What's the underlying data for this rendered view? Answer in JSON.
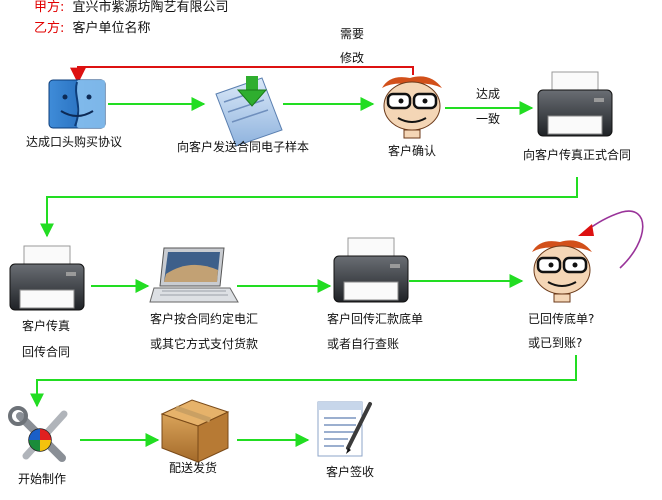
{
  "header": {
    "party_a_key": "甲方:",
    "party_a_value": "宜兴市紫源坊陶艺有限公司",
    "party_b_key": "乙方:",
    "party_b_value": "客户单位名称"
  },
  "steps": {
    "verbal": "达成口头购买协议",
    "sample": "向客户发送合同电子样本",
    "confirm": "客户确认",
    "fax_contract": "向客户传真正式合同",
    "fax_back_1": "客户传真",
    "fax_back_2": "回传合同",
    "pay_1": "客户按合同约定电汇",
    "pay_2": "或其它方式支付货款",
    "receipt_1": "客户回传汇款底单",
    "receipt_2": "或者自行查账",
    "check_1": "已回传底单?",
    "check_2": "或已到账?",
    "produce": "开始制作",
    "ship": "配送发货",
    "receive": "客户签收"
  },
  "edge_labels": {
    "revise_1": "需要",
    "revise_2": "修改",
    "agree_1": "达成",
    "agree_2": "一致"
  },
  "colors": {
    "flow_arrow": "#22dd22",
    "loop_red": "#dd1111",
    "loop_purple": "#993399"
  },
  "icons": [
    "finder-icon",
    "document-download-icon",
    "cartoon-face-icon",
    "printer-icon",
    "laptop-icon",
    "tools-icon",
    "package-box-icon",
    "signed-document-icon"
  ]
}
